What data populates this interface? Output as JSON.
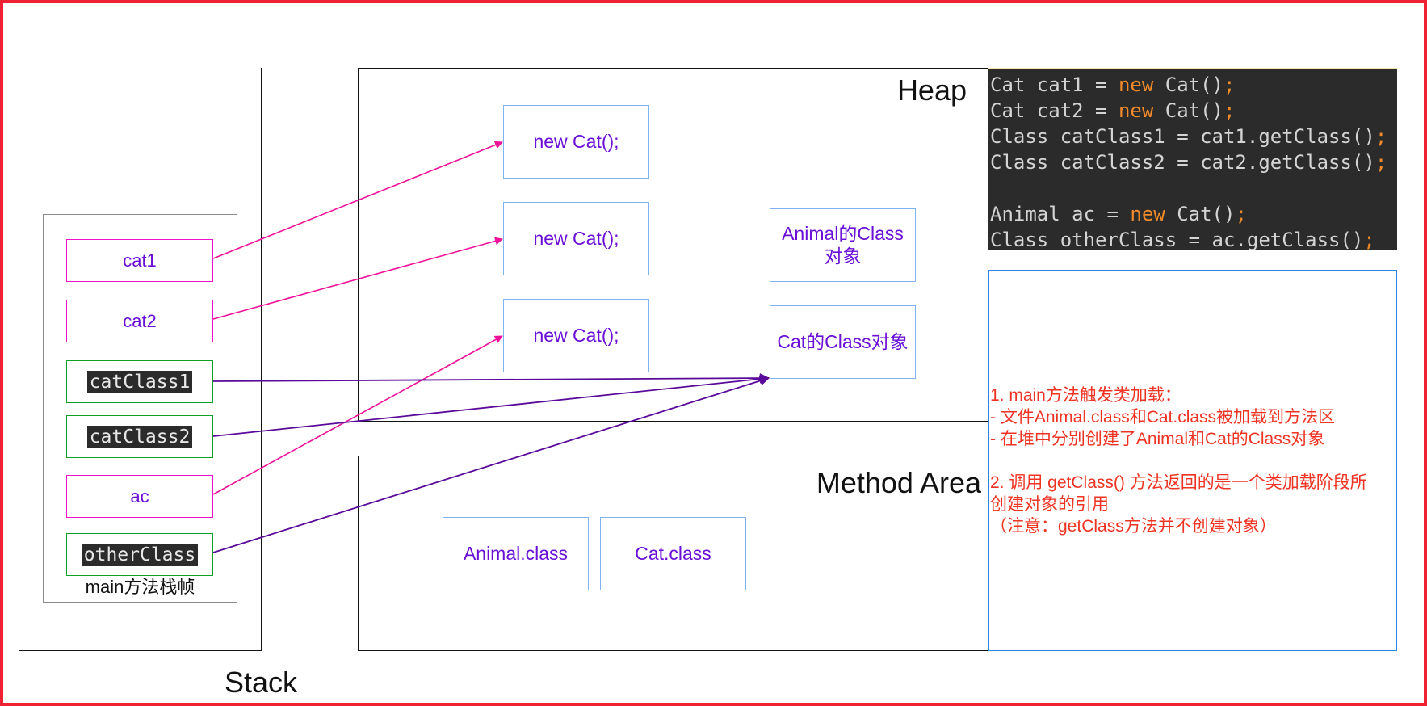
{
  "regions": {
    "heap": "Heap",
    "method_area": "Method Area",
    "stack": "Stack"
  },
  "stack_frame": {
    "label": "main方法栈帧",
    "variables": [
      {
        "id": "cat1",
        "label": "cat1",
        "style": "pink"
      },
      {
        "id": "cat2",
        "label": "cat2",
        "style": "pink"
      },
      {
        "id": "catClass1",
        "label": "catClass1",
        "style": "green"
      },
      {
        "id": "catClass2",
        "label": "catClass2",
        "style": "green"
      },
      {
        "id": "ac",
        "label": "ac",
        "style": "pink"
      },
      {
        "id": "otherClass",
        "label": "otherClass",
        "style": "green"
      }
    ]
  },
  "heap_objects": {
    "cat_instance_1": "new Cat();",
    "cat_instance_2": "new Cat();",
    "cat_instance_3": "new Cat();",
    "animal_class_object_line1": "Animal的Class",
    "animal_class_object_line2": "对象",
    "cat_class_object": "Cat的Class对象"
  },
  "method_area_items": {
    "animal_class": "Animal.class",
    "cat_class": "Cat.class"
  },
  "code": [
    [
      {
        "t": "Cat cat1 = "
      },
      {
        "t": "new",
        "kw": true
      },
      {
        "t": " Cat()"
      },
      {
        "t": ";",
        "kw": true
      }
    ],
    [
      {
        "t": "Cat cat2 = "
      },
      {
        "t": "new",
        "kw": true
      },
      {
        "t": " Cat()"
      },
      {
        "t": ";",
        "kw": true
      }
    ],
    [
      {
        "t": "Class catClass1 = cat1.getClass()"
      },
      {
        "t": ";",
        "kw": true
      }
    ],
    [
      {
        "t": "Class catClass2 = cat2.getClass()"
      },
      {
        "t": ";",
        "kw": true
      }
    ],
    [],
    [
      {
        "t": "Animal ac = "
      },
      {
        "t": "new",
        "kw": true
      },
      {
        "t": " Cat()"
      },
      {
        "t": ";",
        "kw": true
      }
    ],
    [
      {
        "t": "Class otherClass = ac.getClass()"
      },
      {
        "t": ";",
        "kw": true
      }
    ]
  ],
  "notes": [
    "1. main方法触发类加载：",
    "    - 文件Animal.class和Cat.class被加载到方法区",
    "    - 在堆中分别创建了Animal和Cat的Class对象",
    "",
    "2. 调用 getClass() 方法返回的是一个类加载阶段所",
    "创建对象的引用",
    "（注意：getClass方法并不创建对象）"
  ],
  "references": [
    {
      "from": "cat1",
      "to": "cat_instance_1",
      "kind": "instance"
    },
    {
      "from": "cat2",
      "to": "cat_instance_2",
      "kind": "instance"
    },
    {
      "from": "ac",
      "to": "cat_instance_3",
      "kind": "instance"
    },
    {
      "from": "catClass1",
      "to": "cat_class_object",
      "kind": "class"
    },
    {
      "from": "catClass2",
      "to": "cat_class_object",
      "kind": "class"
    },
    {
      "from": "otherClass",
      "to": "cat_class_object",
      "kind": "class"
    }
  ],
  "colors": {
    "frame_border": "#ee2233",
    "instance_arrow": "#ee1199",
    "class_arrow": "#5a0a9a",
    "object_text": "#6a0fd6",
    "object_border": "#7db4ef",
    "note_text": "#ee3322",
    "note_border": "#2e84dd",
    "code_bg": "#2b2b2b",
    "code_keyword": "#f08a2a"
  }
}
